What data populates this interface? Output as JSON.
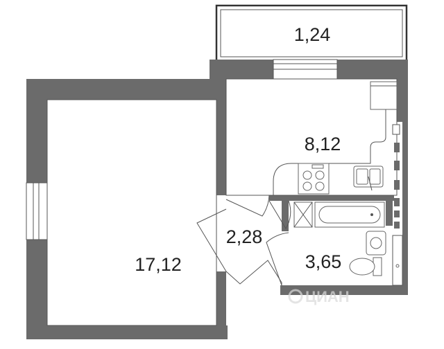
{
  "rooms": {
    "balcony": {
      "area": "1,24"
    },
    "kitchen": {
      "area": "8,12"
    },
    "living_room": {
      "area": "17,12"
    },
    "hallway": {
      "area": "2,28"
    },
    "bathroom": {
      "area": "3,65"
    }
  },
  "watermark": {
    "text": "ЦИАН"
  },
  "colors": {
    "wall": "#6b6b6b",
    "line": "#555555",
    "background": "#ffffff"
  }
}
